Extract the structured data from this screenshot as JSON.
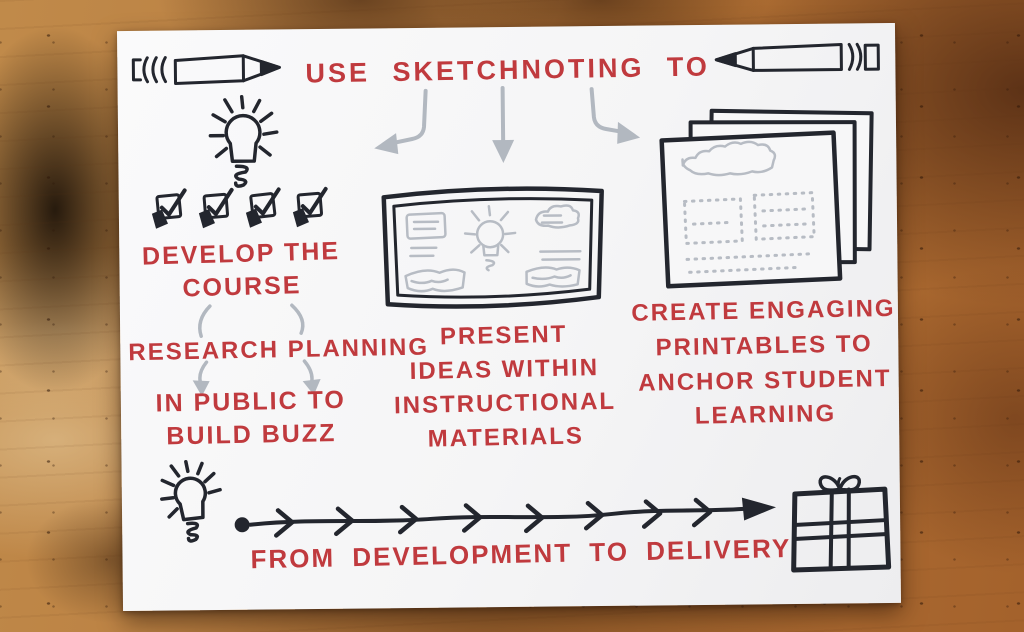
{
  "scene": "hand-drawn sketchnote on white paper lying on a wooden table",
  "colors": {
    "marker_red": "#c03a3e",
    "marker_black": "#23262e",
    "sketch_gray": "#b2b8c0",
    "paper_white": "#f6f6f7",
    "wood_brown": "#b0743a"
  },
  "title": "USE SKETCHNOTING TO",
  "develop_branch": {
    "heading_line1": "DEVELOP THE",
    "heading_line2": "COURSE",
    "subheading": "RESEARCH PLANNING",
    "detail_line1": "IN PUBLIC TO",
    "detail_line2": "BUILD BUZZ"
  },
  "present_branch": {
    "line1": "PRESENT",
    "line2": "IDEAS WITHIN",
    "line3": "INSTRUCTIONAL",
    "line4": "MATERIALS"
  },
  "printables_branch": {
    "line1": "CREATE ENGAGING",
    "line2": "PRINTABLES TO",
    "line3": "ANCHOR STUDENT",
    "line4": "LEARNING"
  },
  "timeline": {
    "caption": "FROM DEVELOPMENT TO DELIVERY"
  },
  "icons": {
    "top_left": "pencil-icon",
    "top_right": "pencil-icon",
    "develop": [
      "lightbulb-icon",
      "checklist-icon"
    ],
    "present": "whiteboard-icon",
    "printables": "printables-stack-icon",
    "bottom": [
      "lightbulb-icon",
      "flow-arrow-icon",
      "gift-icon"
    ]
  }
}
